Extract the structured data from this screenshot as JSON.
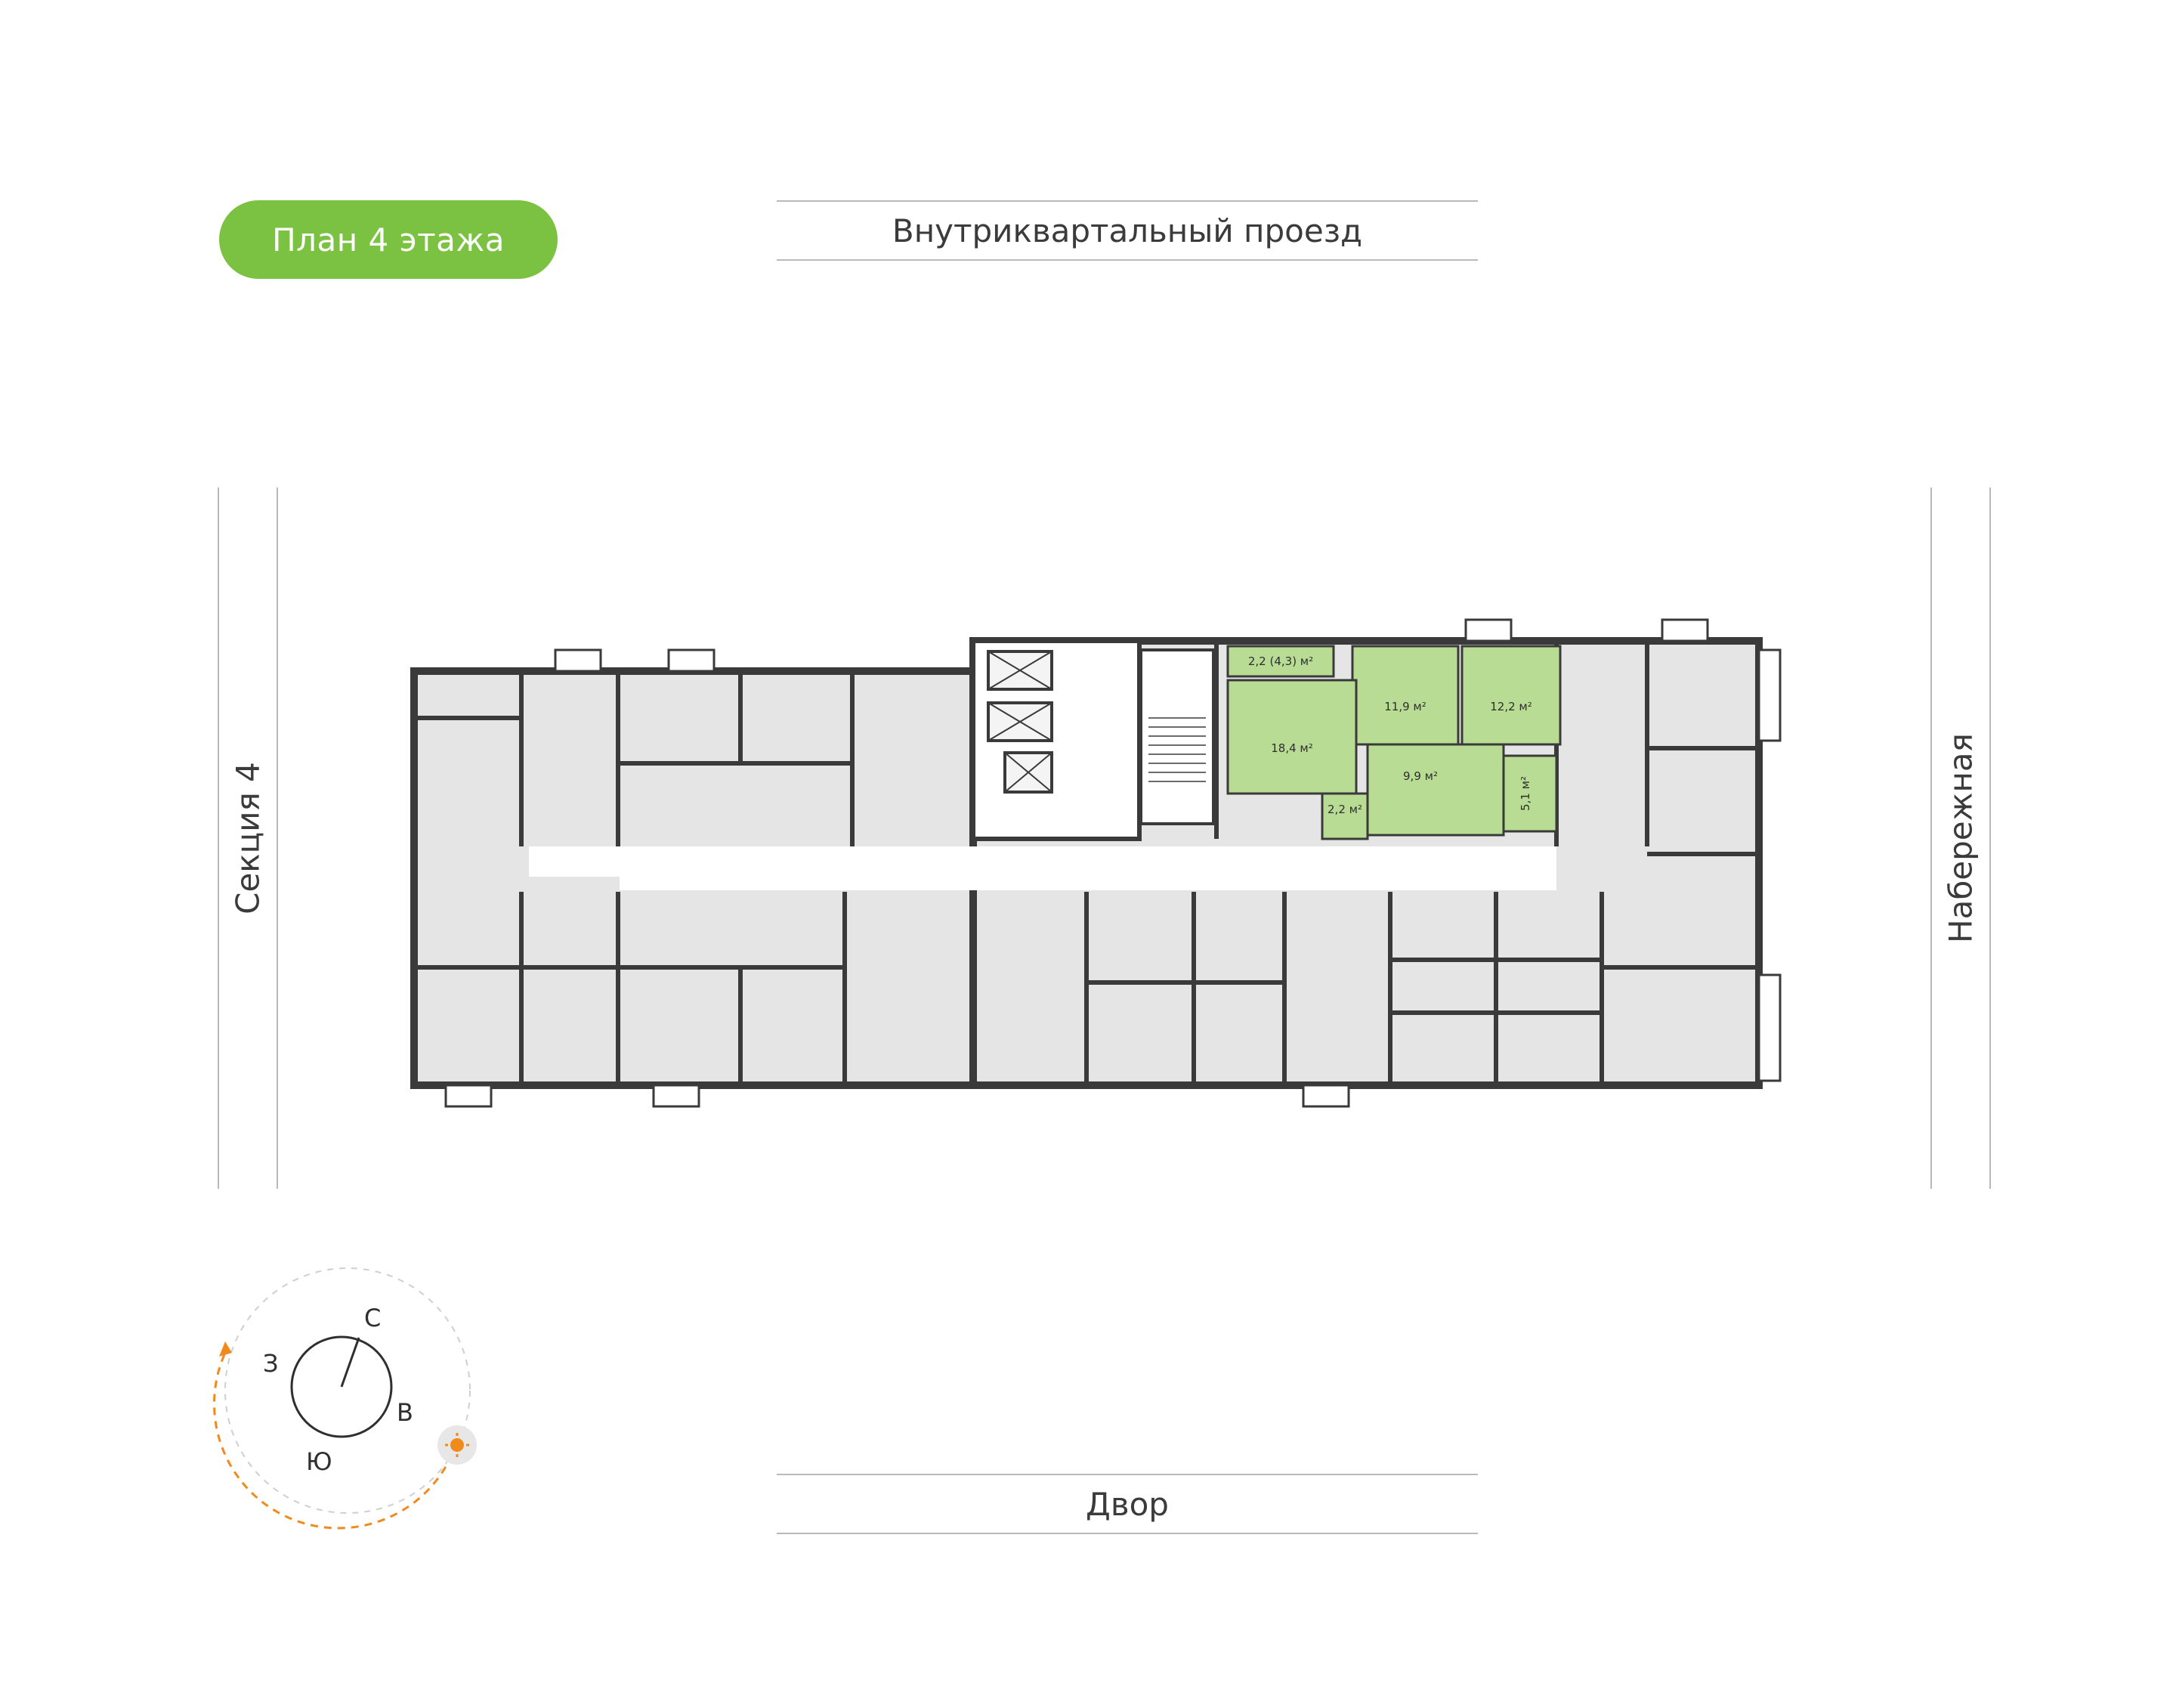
{
  "badge": {
    "label": "План 4 этажа",
    "color": "#7cc242"
  },
  "streets": {
    "top": "Внутриквартальный проезд",
    "bottom": "Двор",
    "left": "Секция 4",
    "right": "Набережная"
  },
  "highlight_color": "#b9dc95",
  "highlighted_apartment": {
    "rooms": [
      {
        "area": "2,2 (4,3) м²"
      },
      {
        "area": "11,9 м²"
      },
      {
        "area": "12,2 м²"
      },
      {
        "area": "18,4 м²"
      },
      {
        "area": "9,9 м²"
      },
      {
        "area": "2,2 м²"
      },
      {
        "area": "5,1 м²"
      }
    ]
  },
  "compass": {
    "north": "С",
    "west": "З",
    "east": "В",
    "south": "Ю",
    "icons": [
      "sun-icon",
      "path-arrow-icon"
    ],
    "path_color": "#f08a1c"
  }
}
